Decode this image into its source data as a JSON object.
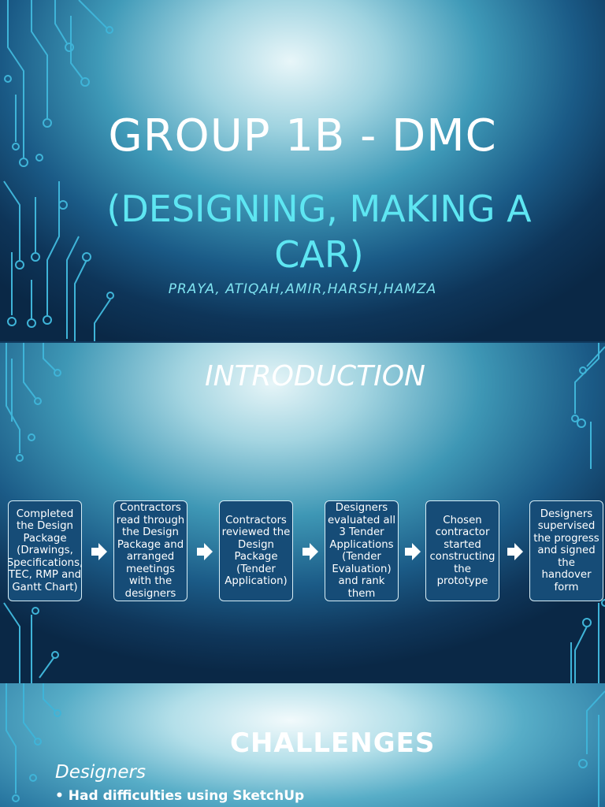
{
  "slide1": {
    "title": "GROUP 1B - DMC",
    "subtitle": "(DESIGNING, MAKING A CAR)",
    "authors": "PRAYA, ATIQAH,AMIR,HARSH,HAMZA"
  },
  "slide2": {
    "title": "INTRODUCTION",
    "steps": [
      "Completed the Design Package (Drawings, Specifications, TEC, RMP and Gantt Chart)",
      "Contractors read through the Design Package and arranged meetings with the designers",
      "Contractors reviewed the Design Package (Tender Application)",
      "Designers evaluated all 3 Tender Applications (Tender Evaluation) and rank them",
      "Chosen contractor started constructing the prototype",
      "Designers supervised the progress and signed the handover form"
    ]
  },
  "slide3": {
    "title": "CHALLENGES",
    "subheading": "Designers",
    "bullet": "• Had difficulties using SketchUp"
  },
  "colors": {
    "box_fill": "#164c77",
    "title_cyan": "#5ee6f2",
    "circuit": "#3fb4d8"
  }
}
